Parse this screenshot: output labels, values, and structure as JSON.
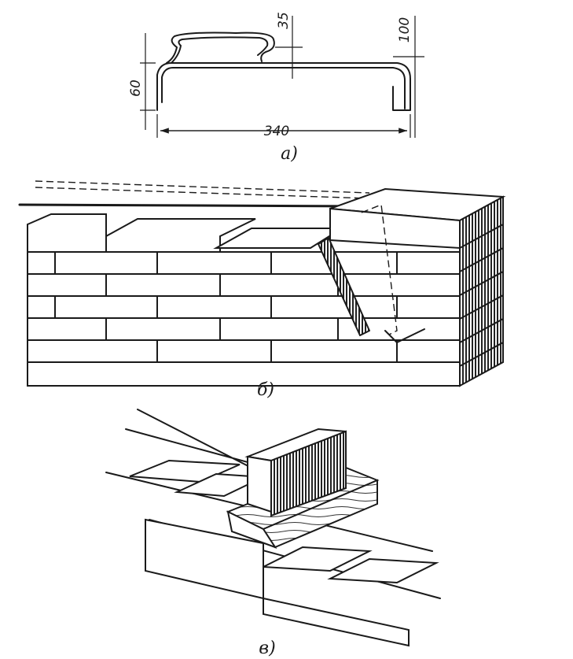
{
  "figure_a": {
    "dim_width": "340",
    "dim_height": "60",
    "dim_clip_height": "35",
    "dim_total_height": "100",
    "caption": "а)"
  },
  "figure_b": {
    "caption": "б)"
  },
  "figure_c": {
    "caption": "в)"
  }
}
